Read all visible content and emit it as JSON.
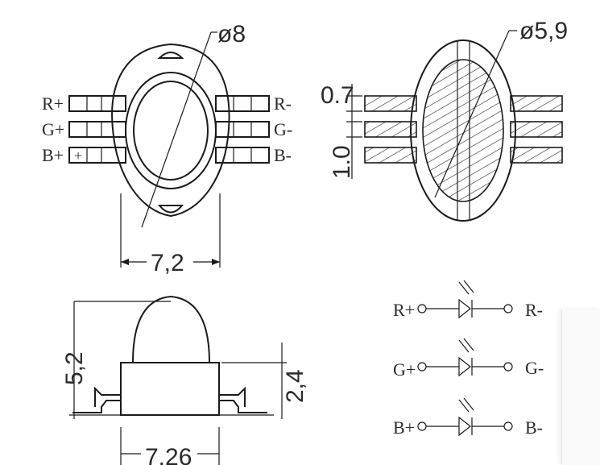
{
  "top_view": {
    "pins_left": [
      "R+",
      "G+",
      "B+"
    ],
    "pins_right": [
      "R-",
      "G-",
      "B-"
    ],
    "plus_mark": "+",
    "dia_label": "ø8",
    "width_label": "7,2"
  },
  "bottom_view": {
    "dia_label": "ø5,9",
    "pitch_label": "0.7",
    "lead_label": "1.0"
  },
  "side_view": {
    "height_label": "5,2",
    "body_label": "2,4",
    "width_label": "7.26"
  },
  "schematic": {
    "rows": [
      {
        "anode": "R+",
        "cathode": "R-"
      },
      {
        "anode": "G+",
        "cathode": "G-"
      },
      {
        "anode": "B+",
        "cathode": "B-"
      }
    ]
  }
}
